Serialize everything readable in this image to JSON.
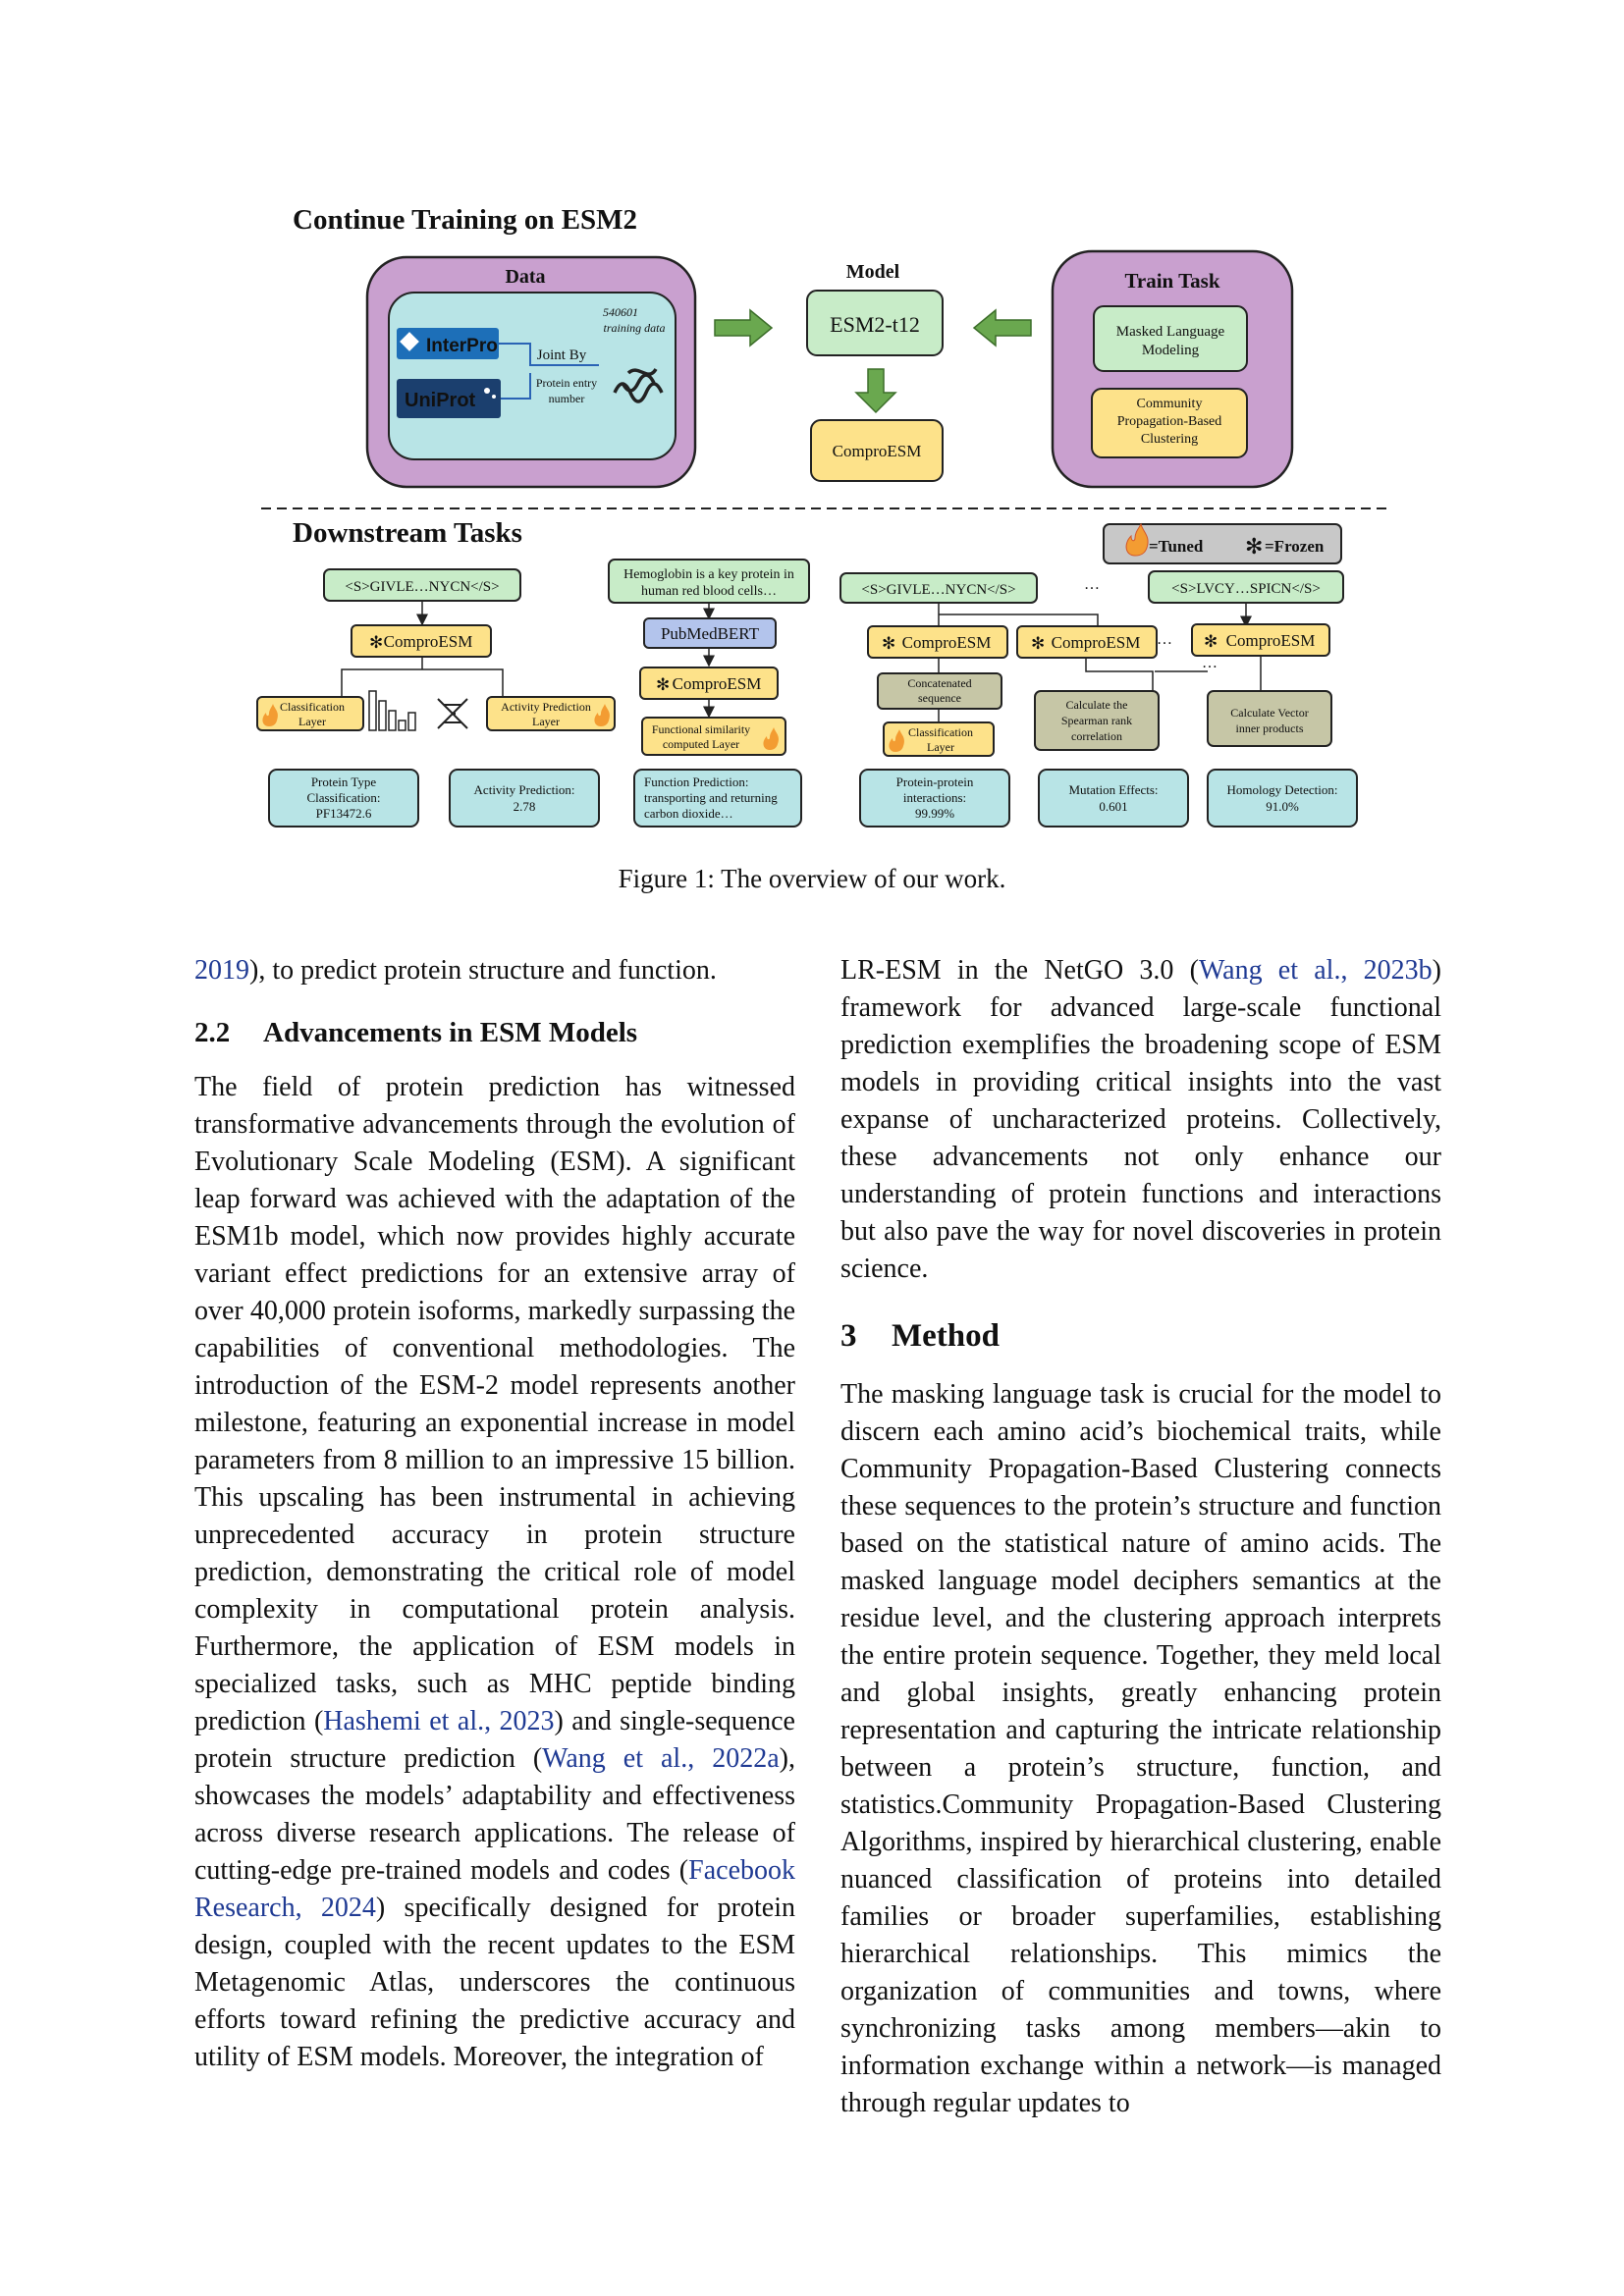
{
  "figure": {
    "title": "Continue Training on ESM2",
    "data_panel": {
      "title": "Data",
      "interpro": "InterPro",
      "uniprot": "UniProt",
      "joint_by": "Joint By",
      "entry_line1": "Protein entry",
      "entry_line2": "number",
      "training_line1": "540601",
      "training_line2": "training data"
    },
    "model_panel": {
      "title": "Model",
      "esm": "ESM2-t12",
      "output": "ComproESM"
    },
    "train_panel": {
      "title": "Train Task",
      "task1_line1": "Masked Language",
      "task1_line2": "Modeling",
      "task2_line1": "Community",
      "task2_line2": "Propagation-Based",
      "task2_line3": "Clustering"
    },
    "downstream": {
      "title": "Downstream Tasks",
      "legend_tuned": "=Tuned",
      "legend_frozen": "=Frozen",
      "seq1": "<S>GIVLE…NYCN</S>",
      "seq2": "<S>GIVLE…NYCN</S>",
      "seq3": "<S>LVCY…SPICN</S>",
      "hemo_line1": "Hemoglobin is a key protein in",
      "hemo_line2": "human red blood cells…",
      "pubmed": "PubMedBERT",
      "compro": "ComproESM",
      "ellipsis": "…",
      "class_layer_line1": "Classification",
      "class_layer_line2": "Layer",
      "activity_layer_line1": "Activity Prediction",
      "activity_layer_line2": "Layer",
      "func_layer_line1": "Functional similarity",
      "func_layer_line2": "computed Layer",
      "concat_line1": "Concatenated",
      "concat_line2": "sequence",
      "spearman_line1": "Calculate the",
      "spearman_line2": "Spearman rank",
      "spearman_line3": "correlation",
      "vector_line1": "Calculate Vector",
      "vector_line2": "inner products",
      "res1_line1": "Protein Type",
      "res1_line2": "Classification:",
      "res1_line3": "PF13472.6",
      "res2_line1": "Activity Prediction:",
      "res2_line2": "2.78",
      "res3_line1": "Function Prediction:",
      "res3_line2": "transporting and returning",
      "res3_line3": "carbon dioxide…",
      "res4_line1": "Protein-protein",
      "res4_line2": "interactions:",
      "res4_line3": "99.99%",
      "res5_line1": "Mutation Effects:",
      "res5_line2": "0.601",
      "res6_line1": "Homology Detection:",
      "res6_line2": "91.0%"
    }
  },
  "caption": "Figure 1: The overview of our work.",
  "left": {
    "p0_cite": "2019",
    "p0_text": "), to predict protein structure and function.",
    "sec_num": "2.2",
    "sec_title": "Advancements in ESM Models",
    "p1_a": "The field of protein prediction has witnessed transformative advancements through the evolution of Evolutionary Scale Modeling (ESM). A significant leap forward was achieved with the adaptation of the ESM1b model, which now provides highly accurate variant effect predictions for an extensive array of over 40,000 protein isoforms, markedly surpassing the capabilities of conventional methodologies. The introduction of the ESM-2 model represents another milestone, featuring an exponential increase in model parameters from 8 million to an impressive 15 billion. This upscaling has been instrumental in achieving unprecedented accuracy in protein structure prediction, demonstrating the critical role of model complexity in computational protein analysis. Furthermore, the application of ESM models in specialized tasks, such as MHC peptide binding prediction (",
    "cite1": "Hashemi et al., 2023",
    "p1_b": ") and single-sequence protein structure prediction (",
    "cite2": "Wang et al., 2022a",
    "p1_c": "), showcases the models’ adaptability and effectiveness across diverse research applications. The release of cutting-edge pre-trained models and codes (",
    "cite3": "Facebook Research, 2024",
    "p1_d": ") specifically designed for protein design, coupled with the recent updates to the ESM Metagenomic Atlas, underscores the continuous efforts toward refining the predictive accuracy and utility of ESM models. Moreover, the integration of"
  },
  "right": {
    "p0_a": "LR-ESM in the NetGO 3.0 (",
    "cite4": "Wang et al., 2023b",
    "p0_b": ") framework for advanced large-scale functional prediction exemplifies the broadening scope of ESM models in providing critical insights into the vast expanse of uncharacterized proteins. Collectively, these advancements not only enhance our understanding of protein functions and interactions but also pave the way for novel discoveries in protein science.",
    "sec_num": "3",
    "sec_title": "Method",
    "p1": "The masking language task is crucial for the model to discern each amino acid’s biochemical traits, while Community Propagation-Based Clustering connects these sequences to the protein’s structure and function based on the statistical nature of amino acids. The masked language model deciphers semantics at the residue level, and the clustering approach interprets the entire protein sequence. Together, they meld local and global insights, greatly enhancing protein representation and capturing the intricate relationship between a protein’s structure, function, and statistics.Community Propagation-Based Clustering Algorithms, inspired by hierarchical clustering, enable nuanced classification of proteins into detailed families or broader superfamilies, establishing hierarchical relationships. This mimics the organization of communities and towns, where synchronizing tasks among members—akin to information exchange within a network—is managed through regular updates to"
  },
  "colors": {
    "purple": "#c9a0cf",
    "teal": "#b8e4e6",
    "green": "#c8ecc8",
    "yellow": "#fde28a",
    "arrow_green": "#6aa84f",
    "blue_link": "#1f3a93",
    "pubmed_blue": "#b3c4ec"
  }
}
